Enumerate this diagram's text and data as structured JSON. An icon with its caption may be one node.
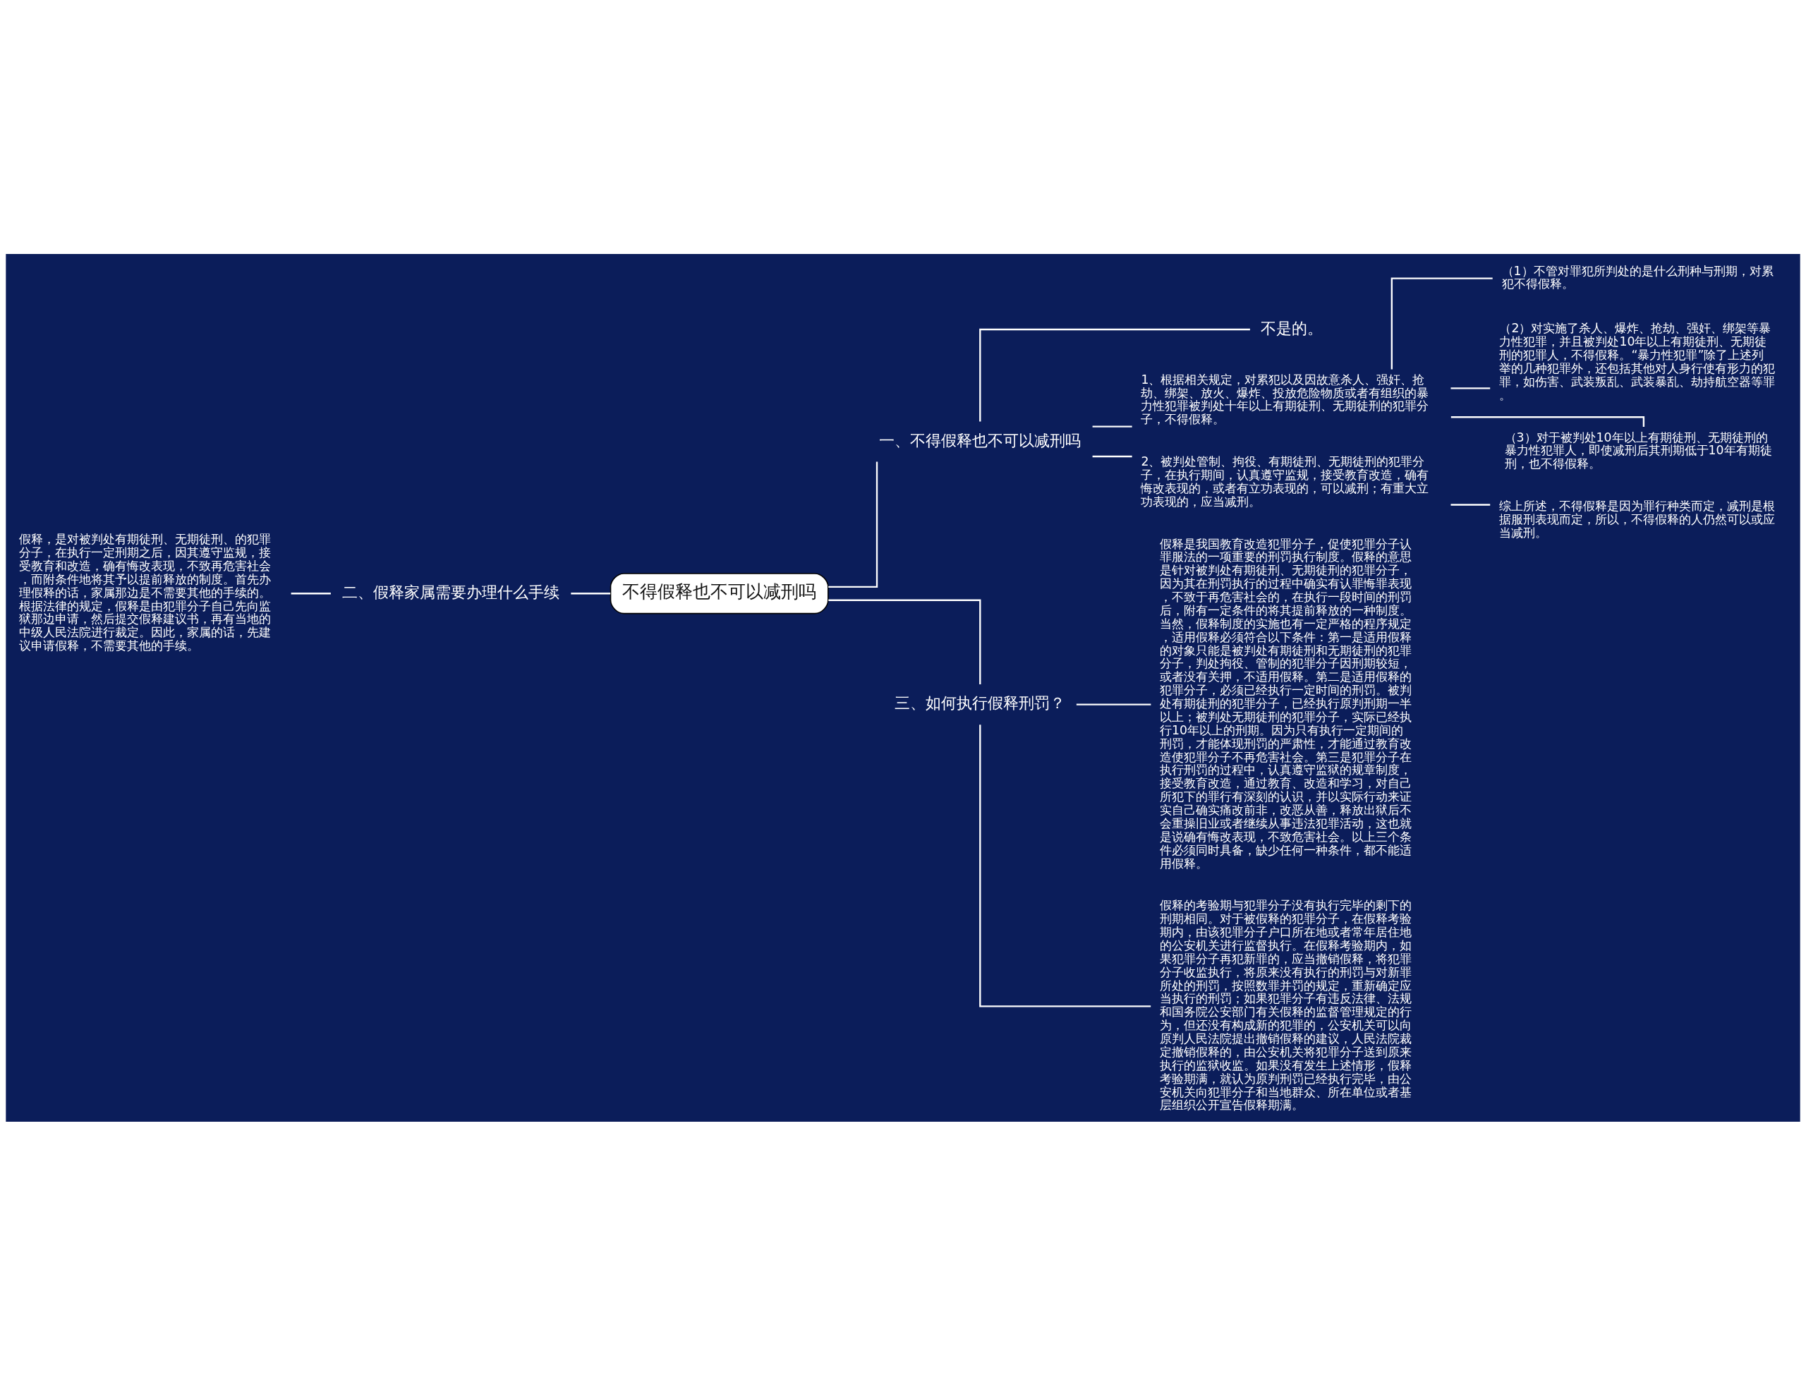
{
  "diagram": {
    "nodes": [
      {
        "text": [
          "不得假释也不可以减刑吗"
        ]
      },
      {
        "text": [
          "一、不得假释也不可以减刑吗"
        ]
      },
      {
        "text": [
          "不是的。"
        ]
      },
      {
        "text": [
          "1、根据相关规定，对累犯以及因故意杀人、强奸、抢劫、绑架、放火、爆炸、投放危险物质或者有组织的暴力性犯罪被判处十年以上有期徒刑、无期徒刑的犯罪分子，不得假释。"
        ]
      },
      {
        "text": [
          "（1）不管对罪犯所判处的是什么刑种与刑期，对累犯不得假释。"
        ]
      },
      {
        "text": [
          "（2）对实施了杀人、爆炸、抢劫、强奸、绑架等暴力性犯罪，并且被判处10年以上有期徒刑、无期徒刑的犯罪人，不得假释。“暴力性犯罪”除了上述列举的几种犯罪外，还包括其他对人身行使有形力的犯罪，如伤害、武装叛乱、武装暴乱、劫持航空器等罪。"
        ]
      },
      {
        "text": [
          "（3）对于被判处10年以上有期徒刑、无期徒刑的暴力性犯罪人，即使减刑后其刑期低于10年有期徒刑，也不得假释。"
        ]
      },
      {
        "text": [
          "2、被判处管制、拘役、有期徒刑、无期徒刑的犯罪分子，在执行期间，认真遵守监规，接受教育改造，确有悔改表现的，或者有立功表现的，可以减刑；有重大立功表现的，应当减刑。"
        ]
      },
      {
        "text": [
          "综上所述，不得假释是因为罪行种类而定，减刑是根据服刑表现而定，所以，不得假释的人仍然可以或应当减刑。"
        ]
      },
      {
        "text": [
          "二、假释家属需要办理什么手续"
        ]
      },
      {
        "text": [
          "假释，是对被判处有期徒刑、无期徒刑、的犯罪分子，在执行一定刑期之后，因其遵守监规，接受教育和改造，确有悔改表现，不致再危害社会，而附条件地将其予以提前释放的制度。首先办理假释的话，家属那边是不需要其他的手续的。根据法律的规定，假释是由犯罪分子自己先向监狱那边申请，然后提交假释建议书，再有当地的中级人民法院进行裁定。因此，家属的话，先建议申请假释，不需要其他的手续。"
        ]
      },
      {
        "text": [
          "三、如何执行假释刑罚？"
        ]
      },
      {
        "text": [
          "假释是我国教育改造犯罪分子，促使犯罪分子认罪服法的一项重要的刑罚执行制度。假释的意思是针对被判处有期徒刑、无期徒刑的犯罪分子，因为其在刑罚执行的过程中确实有认罪悔罪表现，不致于再危害社会的，在执行一段时间的刑罚后，附有一定条件的将其提前释放的一种制度。当然，假释制度的实施也有一定严格的程序规定，适用假释必须符合以下条件：第一是适用假释的对象只能是被判处有期徒刑和无期徒刑的犯罪分子，判处拘役、管制的犯罪分子因刑期较短，或者没有关押，不适用假释。第二是适用假释的犯罪分子，必须已经执行一定时间的刑罚。被判处有期徒刑的犯罪分子，已经执行原判刑期一半以上；被判处无期徒刑的犯罪分子，实际已经执行10年以上的刑期。因为只有执行一定期间的刑罚，才能体现刑罚的严肃性，才能通过教育改造使犯罪分子不再危害社会。第三是犯罪分子在执行刑罚的过程中，认真遵守监狱的规章制度，接受教育改造，通过教育、改造和学习，对自己所犯下的罪行有深刻的认识，并以实际行动来证实自己确实痛改前非，改恶从善，释放出狱后不会重操旧业或者继续从事违法犯罪活动，这也就是说确有悔改表现，不致危害社会。以上三个条件必须同时具备，缺少任何一种条件，都不能适用假释。"
        ]
      },
      {
        "text": [
          "假释的考验期与犯罪分子没有执行完毕的剩下的刑期相同。对于被假释的犯罪分子，在假释考验期内，由该犯罪分子户口所在地或者常年居住地的公安机关进行监督执行。在假释考验期内，如果犯罪分子再犯新罪的，应当撤销假释，将犯罪分子收监执行，将原来没有执行的刑罚与对新罪所处的刑罚，按照数罪并罚的规定，重新确定应当执行的刑罚；如果犯罪分子有违反法律、法规和国务院公安部门有关假释的监督管理规定的行为，但还没有构成新的犯罪的，公安机关可以向原判人民法院提出撤销假释的建议，人民法院裁定撤销假释的，由公安机关将犯罪分子送到原来执行的监狱收监。如果没有发生上述情形，假释考验期满，就认为原判刑罚已经执行完毕，由公安机关向犯罪分子和当地群众、所在单位或者基层组织公开宣告假释期满。"
        ]
      }
    ],
    "edges": [
      {
        "from": 0,
        "to": 1,
        "arrow": "none"
      },
      {
        "from": 1,
        "to": 2,
        "arrow": "none"
      },
      {
        "from": 1,
        "to": 3,
        "arrow": "none"
      },
      {
        "from": 3,
        "to": 4,
        "arrow": "none"
      },
      {
        "from": 3,
        "to": 5,
        "arrow": "none"
      },
      {
        "from": 3,
        "to": 6,
        "arrow": "none"
      },
      {
        "from": 1,
        "to": 7,
        "arrow": "none"
      },
      {
        "from": 7,
        "to": 8,
        "arrow": "none"
      },
      {
        "from": 0,
        "to": 9,
        "arrow": "none"
      },
      {
        "from": 9,
        "to": 10,
        "arrow": "none"
      },
      {
        "from": 0,
        "to": 11,
        "arrow": "none"
      },
      {
        "from": 11,
        "to": 12,
        "arrow": "none"
      },
      {
        "from": 11,
        "to": 13,
        "arrow": "none"
      }
    ]
  }
}
